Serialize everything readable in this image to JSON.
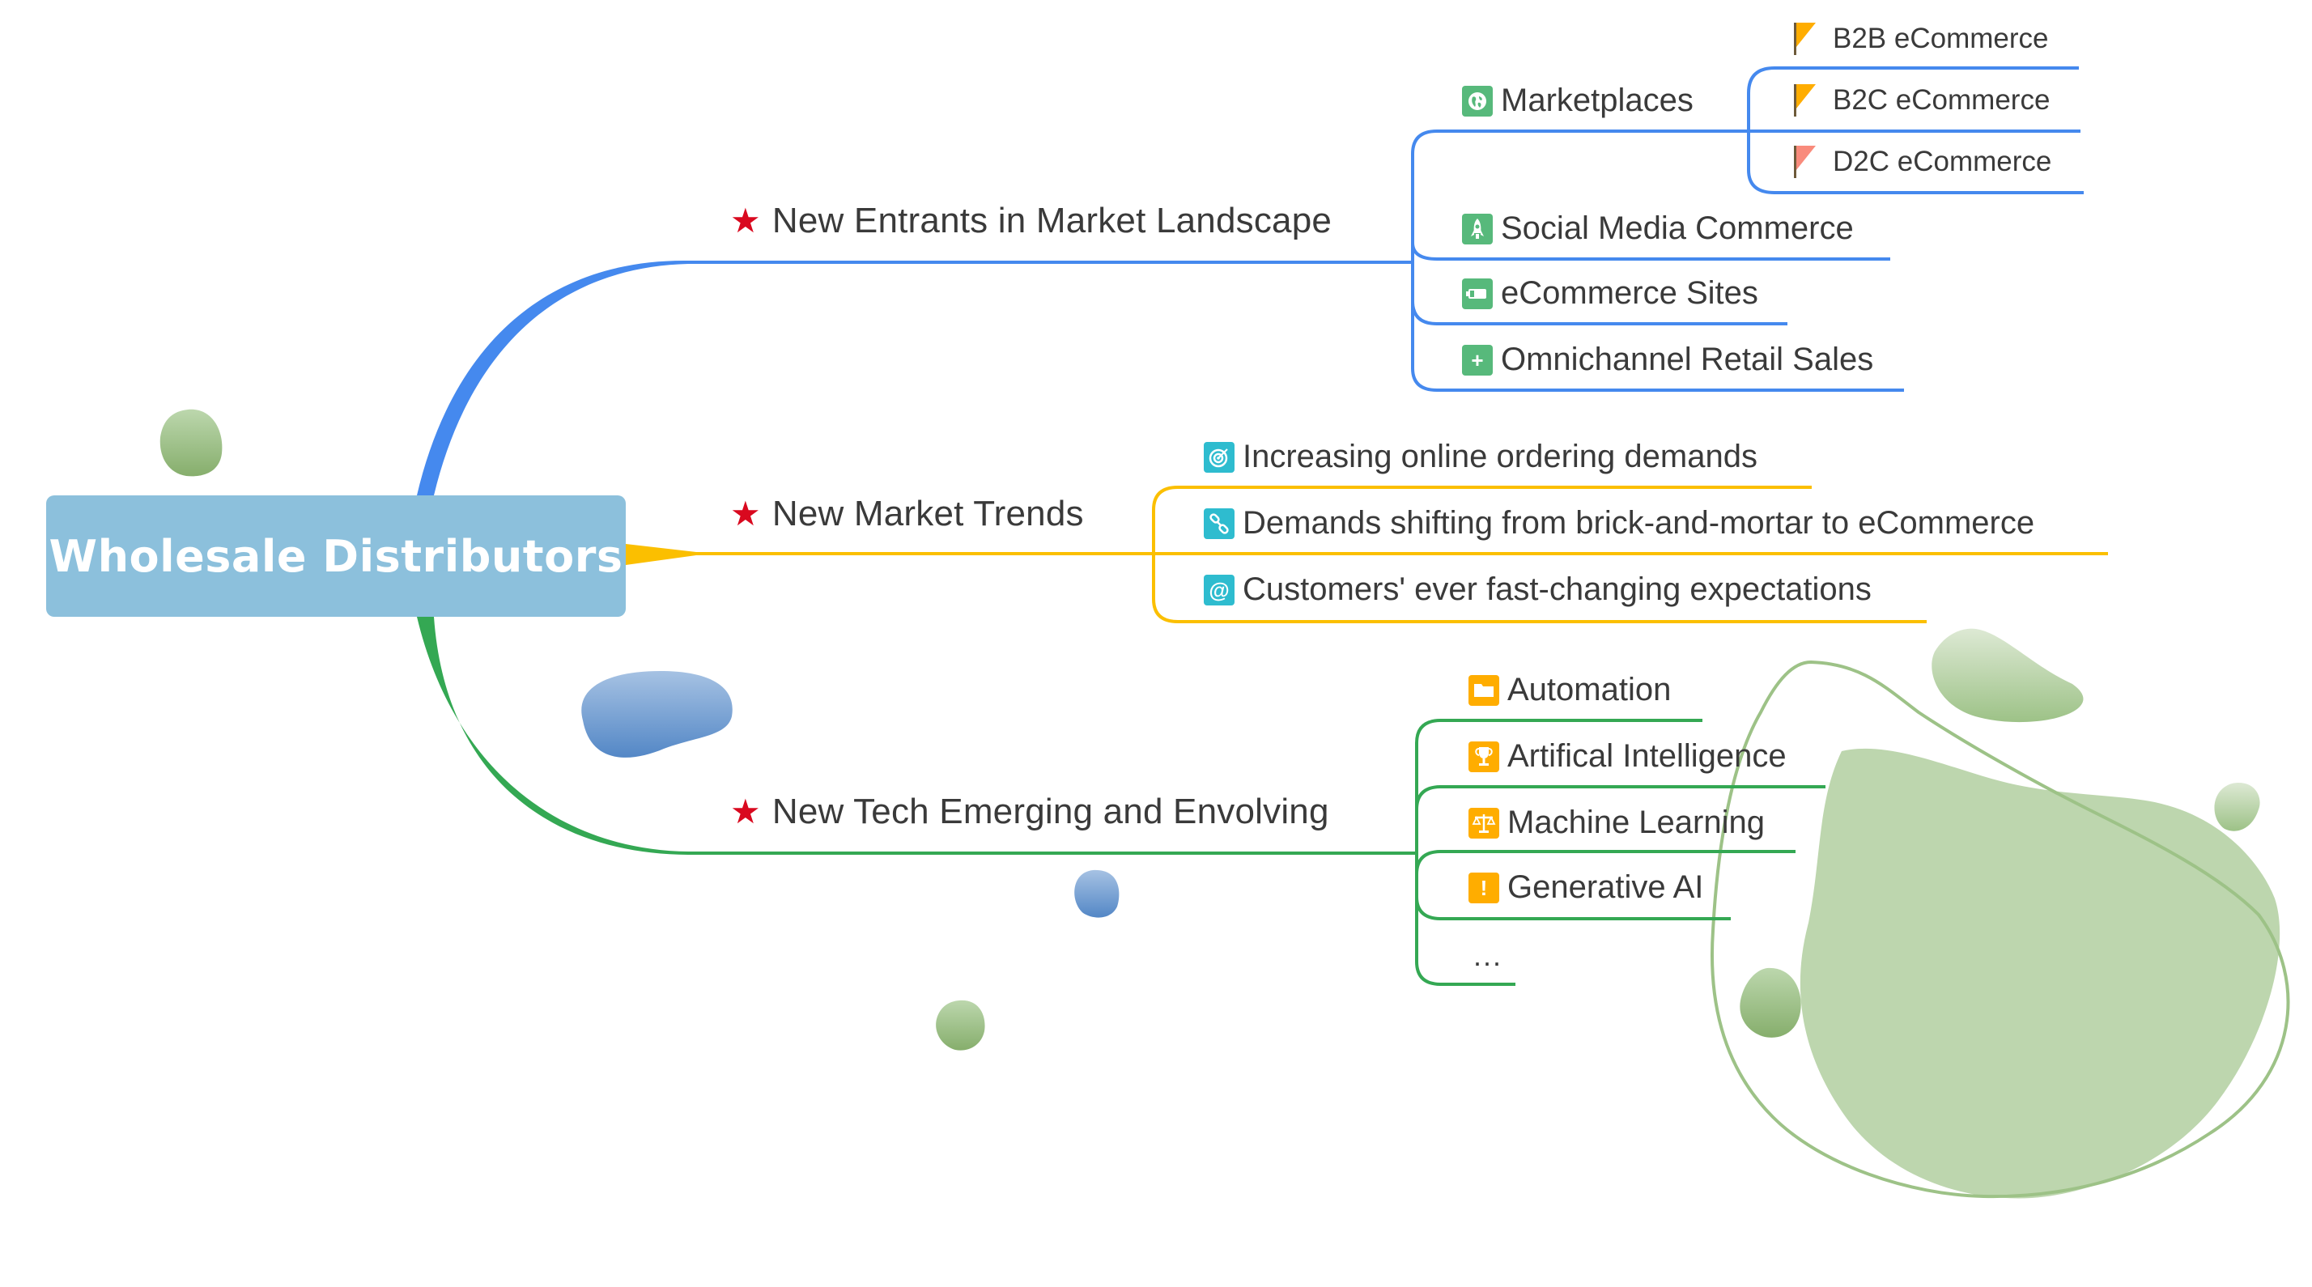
{
  "root": {
    "label": "Wholesale Distributors",
    "color": "#8cc0dc"
  },
  "branches": [
    {
      "label": "New Entrants in Market Landscape",
      "marker": "star-icon",
      "color": "#4589ee",
      "children": [
        {
          "label": "Marketplaces",
          "icon": "globe-icon",
          "children": [
            {
              "label": "B2B eCommerce",
              "icon": "flag-icon",
              "flag_color": "#ffad00"
            },
            {
              "label": "B2C eCommerce",
              "icon": "flag-icon",
              "flag_color": "#ffad00"
            },
            {
              "label": "D2C eCommerce",
              "icon": "flag-icon",
              "flag_color": "#f98b7c"
            }
          ]
        },
        {
          "label": "Social Media Commerce",
          "icon": "rocket-icon"
        },
        {
          "label": "eCommerce Sites",
          "icon": "battery-icon"
        },
        {
          "label": "Omnichannel Retail Sales",
          "icon": "plus-icon"
        }
      ]
    },
    {
      "label": "New Market Trends",
      "marker": "star-icon",
      "color": "#fbbf00",
      "children": [
        {
          "label": "Increasing online ordering demands",
          "icon": "target-icon"
        },
        {
          "label": "Demands shifting from brick-and-mortar to eCommerce",
          "icon": "link-icon"
        },
        {
          "label": "Customers' ever fast-changing expectations",
          "icon": "at-sign-icon"
        }
      ]
    },
    {
      "label": "New Tech Emerging and Envolving",
      "marker": "star-icon",
      "color": "#34a853",
      "children": [
        {
          "label": "Automation",
          "icon": "folder-icon"
        },
        {
          "label": "Artifical Intelligence",
          "icon": "trophy-icon"
        },
        {
          "label": "Machine Learning",
          "icon": "scales-icon"
        },
        {
          "label": "Generative AI",
          "icon": "exclamation-icon"
        },
        {
          "label": "..."
        }
      ]
    }
  ],
  "icon_glyphs": {
    "star": "★",
    "plus": "+",
    "at": "@",
    "exclamation": "!"
  }
}
